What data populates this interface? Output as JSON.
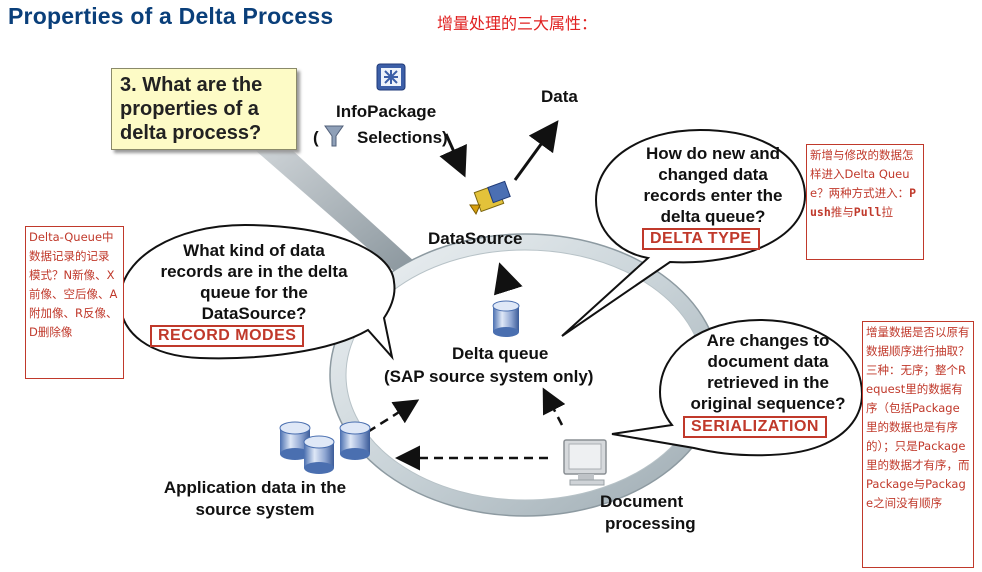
{
  "title": "Properties of a Delta Process",
  "cn_title": "增量处理的三大属性：",
  "question": "3. What are the properties of a delta process?",
  "infopackage": {
    "label": "InfoPackage",
    "selections": "Selections)",
    "paren_open": "("
  },
  "data_label": "Data",
  "datasource_label": "DataSource",
  "delta_queue": {
    "line1": "Delta queue",
    "line2": "(SAP source system only)"
  },
  "app_data": {
    "line1": "Application data in the",
    "line2": "source system"
  },
  "doc_processing": {
    "line1": "Document",
    "line2": "processing"
  },
  "bubble_delta_type": {
    "text_lines": [
      "How do new and",
      "changed data",
      "records enter the",
      "delta queue?"
    ],
    "tag": "DELTA TYPE"
  },
  "bubble_record_modes": {
    "text_lines": [
      "What kind of data",
      "records are in the delta",
      "queue for the",
      "DataSource?"
    ],
    "tag": "RECORD MODES"
  },
  "bubble_serialization": {
    "text_lines": [
      "Are changes to",
      "document data",
      "retrieved in the",
      "original sequence?"
    ],
    "tag": "SERIALIZATION"
  },
  "note_left": "Delta-Queue中数据记录的记录模式？N新像、X前像、空后像、A附加像、R反像、D删除像",
  "note_top_right": {
    "prefix": "新增与修改的数据怎样进入Delta Queue？两种方式进入：",
    "push": "Push",
    "mid": "推与",
    "pull": "Pull",
    "suffix": "拉"
  },
  "note_bottom_right": "增量数据是否以原有数据顺序进行抽取？三种：无序；整个Request里的数据有序（包括Package里的数据也是有序的）；只是Package里的数据才有序，而Package与Package之间没有顺序",
  "colors": {
    "title": "#0a3f7a",
    "accent_red": "#c0392b",
    "cn_red": "#e02020",
    "question_bg": "#fdfbc6"
  }
}
